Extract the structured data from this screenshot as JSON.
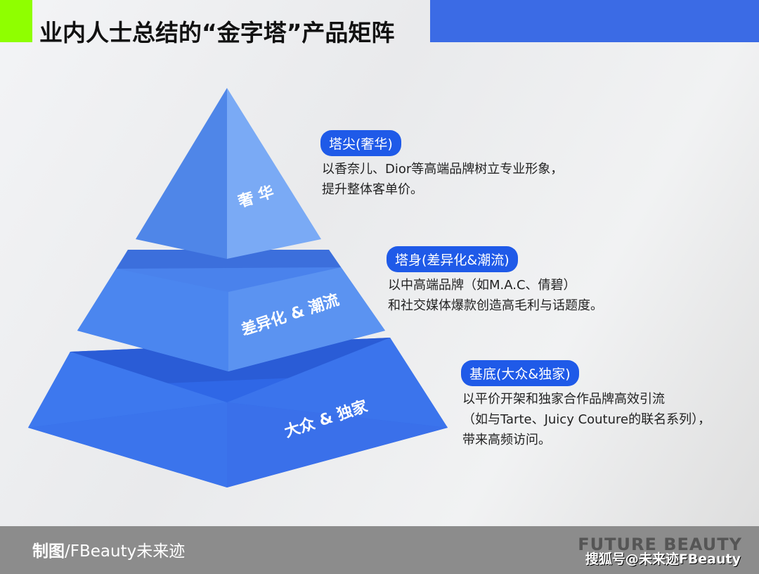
{
  "header": {
    "title": "业内人士总结的“金字塔”产品矩阵"
  },
  "pyramid": {
    "top": {
      "label": "奢 华",
      "badge": "塔尖(奢华)",
      "desc": [
        "以香奈儿、Dior等高端品牌树立专业形象，",
        "提升整体客单价。"
      ]
    },
    "middle": {
      "label": "差异化 & 潮流",
      "badge": "塔身(差异化&潮流)",
      "desc": [
        "以中高端品牌（如M.A.C、倩碧）",
        "和社交媒体爆款创造高毛利与话题度。"
      ]
    },
    "base": {
      "label": "大众 & 独家",
      "badge": "基底(大众&独家)",
      "desc": [
        "以平价开架和独家合作品牌高效引流",
        "（如与Tarte、Juicy Couture的联名系列），",
        "带来高频访问。"
      ]
    }
  },
  "footer": {
    "credit_bold": "制图",
    "credit_rest": "/FBeauty未来迹",
    "brand": "FUTURE BEAUTY",
    "watermark": "搜狐号@未来迹FBeauty"
  },
  "colors": {
    "accent": "#3b6be5",
    "green": "#8fff00"
  }
}
